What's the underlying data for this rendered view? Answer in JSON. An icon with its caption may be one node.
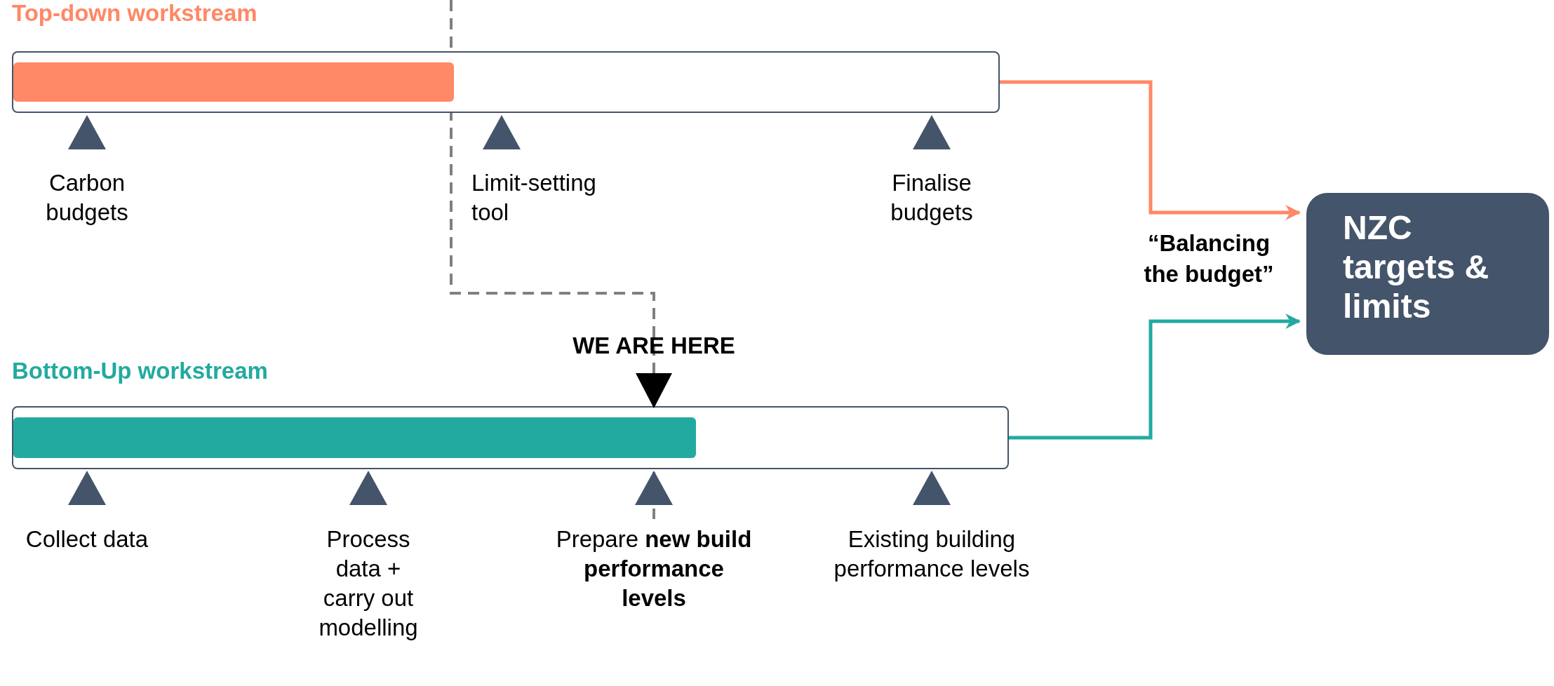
{
  "diagram": {
    "nodes": [
      {
        "text": [
          "Top-down workstream"
        ]
      },
      {
        "text": [
          "Bottom-Up workstream"
        ]
      },
      {
        "text": [
          "NZC targets & limits"
        ]
      }
    ],
    "edges": [
      {
        "from": 0,
        "to": 2,
        "arrow": "to",
        "color": "#ff8866"
      },
      {
        "from": 1,
        "to": 2,
        "arrow": "to",
        "color": "#22aaa0"
      }
    ],
    "labels": [
      "Carbon budgets",
      "Limit-setting tool",
      "Finalise budgets",
      "“Balancing the budget”",
      "WE ARE HERE",
      "Collect data",
      "Process data + carry out modelling",
      "Prepare **new build performance levels**",
      "Existing building performance levels"
    ]
  }
}
